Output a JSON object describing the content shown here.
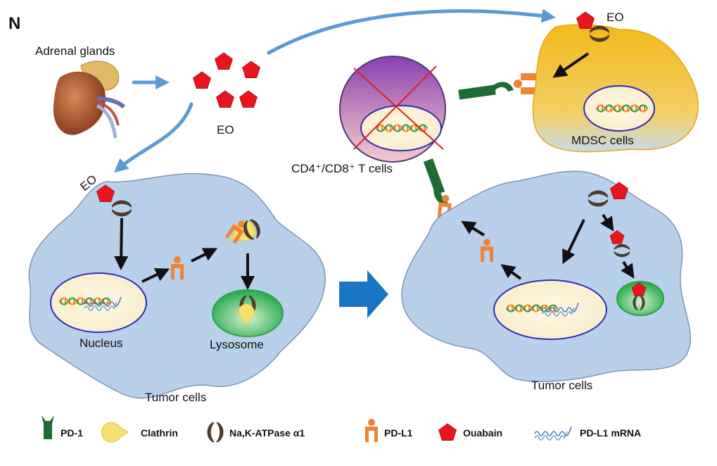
{
  "panel_letter": "N",
  "labels": {
    "adrenal": "Adrenal glands",
    "eo_center": "EO",
    "eo_left": "EO",
    "eo_top": "EO",
    "nucleus": "Nucleus",
    "lysosome": "Lysosome",
    "tumor_left": "Tumor cells",
    "tumor_right": "Tumor cells",
    "tcells": "CD4⁺/CD8⁺ T cells",
    "mdsc": "MDSC cells"
  },
  "legend": [
    {
      "icon": "pd1-icon",
      "label": "PD-1"
    },
    {
      "icon": "clathrin-icon",
      "label": "Clathrin"
    },
    {
      "icon": "nak-atpase-icon",
      "label": "Na,K-ATPase α1"
    },
    {
      "icon": "pdl1-icon",
      "label": "PD-L1"
    },
    {
      "icon": "ouabain-icon",
      "label": "Ouabain"
    },
    {
      "icon": "mrna-icon",
      "label": "PD-L1 mRNA"
    }
  ],
  "colors": {
    "cell_fill": "#b9d0ea",
    "cell_stroke": "#7c95b6",
    "ouabain": "#e8141e",
    "pdl1": "#ef8436",
    "pd1": "#1e6b34",
    "nak": "#4a3d2c",
    "clathrin": "#f8e070",
    "arrow_blue": "#5b9bd5",
    "mdsc": "#f4b81c"
  }
}
